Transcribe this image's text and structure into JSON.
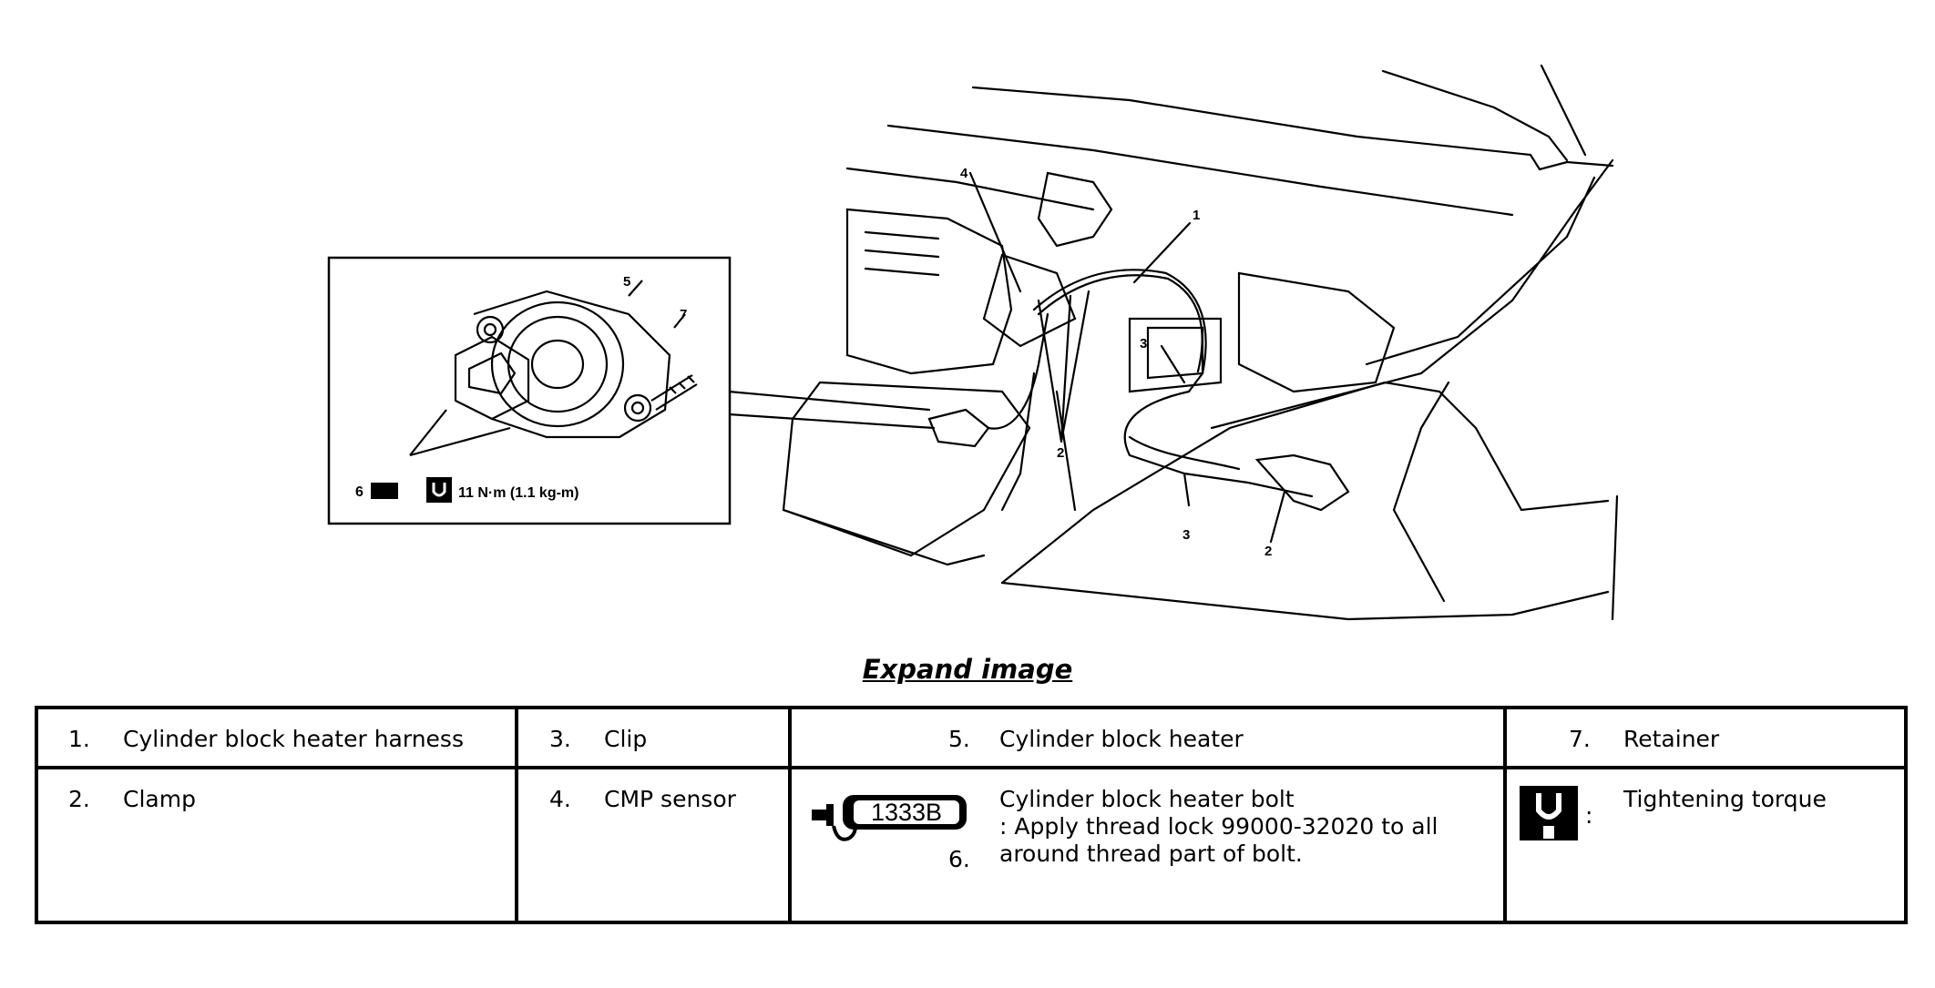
{
  "figure": {
    "callouts": [
      "1",
      "2",
      "2",
      "3",
      "3",
      "4",
      "5",
      "7"
    ],
    "inset": {
      "bolt_tag": "6",
      "torque_value": "11 N·m (1.1 kg-m)"
    }
  },
  "expand_link": "Expand image",
  "legend": {
    "row1": [
      {
        "num": "1.",
        "text": "Cylinder block heater harness"
      },
      {
        "num": "3.",
        "text": "Clip"
      },
      {
        "num": "5.",
        "text": "Cylinder block heater"
      },
      {
        "num": "7.",
        "text": "Retainer"
      }
    ],
    "row2": [
      {
        "num": "2.",
        "text": "Clamp"
      },
      {
        "num": "4.",
        "text": "CMP sensor"
      },
      {
        "num": "6.",
        "icon_label": "1333B",
        "icon": "thread-lock-icon",
        "line1": "Cylinder block heater bolt",
        "line2": ": Apply thread lock 99000-32020 to all",
        "line3": "around thread part of bolt."
      },
      {
        "icon": "torque-wrench-icon",
        "colon": ":",
        "text": "Tightening torque"
      }
    ]
  }
}
